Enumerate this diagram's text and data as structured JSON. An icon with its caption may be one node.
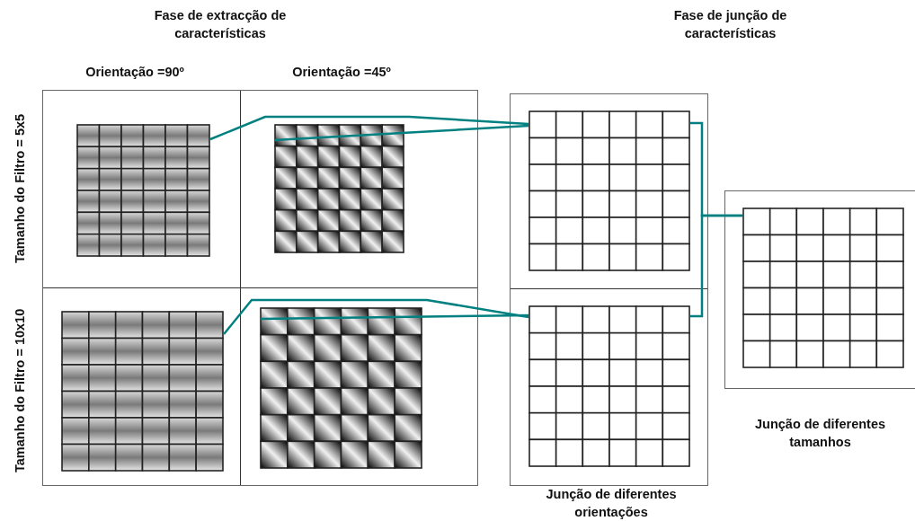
{
  "diagram": {
    "nodes": [
      {
        "text": [],
        "shape": "picture"
      },
      {
        "text": [],
        "shape": "picture"
      },
      {
        "text": [],
        "shape": "picture"
      },
      {
        "text": [],
        "shape": "picture"
      },
      {
        "text": [],
        "shape": "grid"
      },
      {
        "text": [],
        "shape": "grid"
      },
      {
        "text": [],
        "shape": "grid"
      }
    ],
    "edges": [
      {
        "from": 0,
        "to": 4,
        "arrow": "none"
      },
      {
        "from": 1,
        "to": 4,
        "arrow": "none"
      },
      {
        "from": 2,
        "to": 5,
        "arrow": "none"
      },
      {
        "from": 3,
        "to": 5,
        "arrow": "none"
      },
      {
        "from": 4,
        "to": 6,
        "arrow": "none"
      },
      {
        "from": 5,
        "to": 6,
        "arrow": "none"
      }
    ],
    "labels": [
      "Fase de extracção de características",
      "Fase de junção de características",
      "Orientação =90º",
      "Orientação =45º",
      "Tamanho do Filtro = 5x5",
      "Tamanho do Filtro = 10x10",
      "Junção de diferentes orientações",
      "Junção de diferentes tamanhos"
    ]
  }
}
